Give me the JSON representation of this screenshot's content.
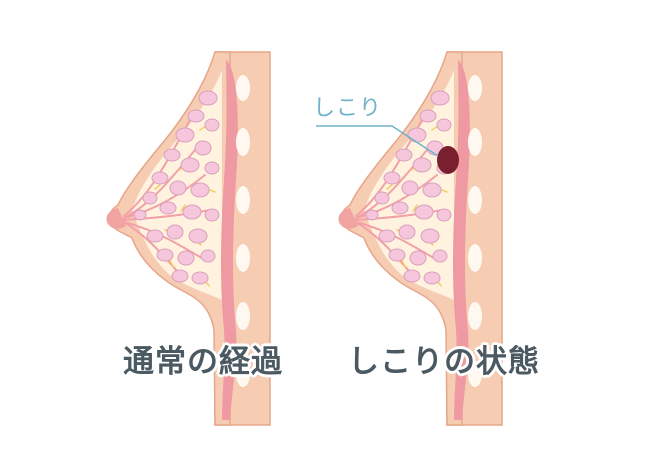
{
  "panels": [
    {
      "caption": "通常の経過"
    },
    {
      "caption": "しこりの状態"
    }
  ],
  "lump_label": "しこり",
  "colors": {
    "skin": "#f6cdb3",
    "skin_outline": "#e7a58a",
    "muscle": "#ef9aa2",
    "gland_fill": "#fff3df",
    "lobule": "#f5c6dc",
    "lobule_outline": "#d9a0bb",
    "duct": "#f3a0a8",
    "fat": "#f2d25a",
    "rib": "#fff8f0",
    "lump": "#7a1f2d",
    "label": "#6fb3c9",
    "caption": "#4b5962"
  }
}
